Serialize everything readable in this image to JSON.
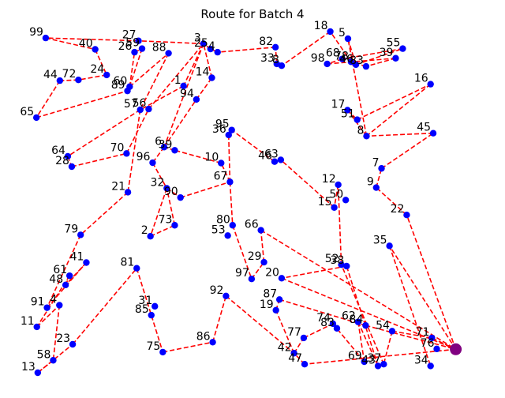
{
  "chart_data": {
    "type": "scatter",
    "title": "Route for Batch 4",
    "xlabel": "",
    "ylabel": "",
    "axes_visible": false,
    "grid": false,
    "colors": {
      "node": "#0000ff",
      "route": "#ff0000",
      "depot": "#800080"
    },
    "depot": {
      "label": "",
      "x": 96.0,
      "y": 6.6
    },
    "points": [
      {
        "label": "99",
        "x": 3.2,
        "y": 94.2
      },
      {
        "label": "40",
        "x": 14.4,
        "y": 91.0
      },
      {
        "label": "27",
        "x": 24.2,
        "y": 93.4
      },
      {
        "label": "59",
        "x": 25.0,
        "y": 91.2
      },
      {
        "label": "26",
        "x": 23.3,
        "y": 90.2
      },
      {
        "label": "88",
        "x": 31.0,
        "y": 89.9
      },
      {
        "label": "24",
        "x": 17.0,
        "y": 83.8
      },
      {
        "label": "44",
        "x": 6.4,
        "y": 82.2
      },
      {
        "label": "72",
        "x": 10.6,
        "y": 82.4
      },
      {
        "label": "60",
        "x": 22.2,
        "y": 80.5
      },
      {
        "label": "89",
        "x": 21.7,
        "y": 79.3
      },
      {
        "label": "65",
        "x": 1.1,
        "y": 71.8
      },
      {
        "label": "57",
        "x": 24.6,
        "y": 74.0
      },
      {
        "label": "56",
        "x": 26.5,
        "y": 74.2
      },
      {
        "label": "3",
        "x": 38.9,
        "y": 92.6
      },
      {
        "label": "25",
        "x": 40.5,
        "y": 91.1
      },
      {
        "label": "4",
        "x": 42.1,
        "y": 90.2
      },
      {
        "label": "1",
        "x": 34.4,
        "y": 80.7
      },
      {
        "label": "14",
        "x": 40.8,
        "y": 83.0
      },
      {
        "label": "94",
        "x": 37.3,
        "y": 76.9
      },
      {
        "label": "82",
        "x": 55.2,
        "y": 91.6
      },
      {
        "label": "33",
        "x": 55.5,
        "y": 86.9
      },
      {
        "label": "8",
        "x": 56.6,
        "y": 86.4
      },
      {
        "label": "18",
        "x": 67.6,
        "y": 96.0
      },
      {
        "label": "5",
        "x": 71.6,
        "y": 94.0
      },
      {
        "label": "98",
        "x": 66.9,
        "y": 86.9
      },
      {
        "label": "68",
        "x": 70.3,
        "y": 88.3
      },
      {
        "label": "78",
        "x": 72.3,
        "y": 87.5
      },
      {
        "label": "46",
        "x": 73.4,
        "y": 86.7
      },
      {
        "label": "83",
        "x": 75.7,
        "y": 86.2
      },
      {
        "label": "55",
        "x": 84.0,
        "y": 91.2
      },
      {
        "label": "39",
        "x": 82.4,
        "y": 88.5
      },
      {
        "label": "16",
        "x": 90.3,
        "y": 81.2
      },
      {
        "label": "17",
        "x": 71.5,
        "y": 73.9
      },
      {
        "label": "51",
        "x": 73.7,
        "y": 71.2
      },
      {
        "label": "8",
        "x": 75.8,
        "y": 66.6
      },
      {
        "label": "45",
        "x": 90.9,
        "y": 67.4
      },
      {
        "label": "95",
        "x": 45.3,
        "y": 68.3
      },
      {
        "label": "36",
        "x": 44.6,
        "y": 66.9
      },
      {
        "label": "6",
        "x": 30.0,
        "y": 63.5
      },
      {
        "label": "39",
        "x": 32.4,
        "y": 62.6
      },
      {
        "label": "10",
        "x": 42.9,
        "y": 59.0
      },
      {
        "label": "96",
        "x": 27.4,
        "y": 59.1
      },
      {
        "label": "70",
        "x": 21.5,
        "y": 61.7
      },
      {
        "label": "64",
        "x": 8.2,
        "y": 60.9
      },
      {
        "label": "28",
        "x": 9.1,
        "y": 58.0
      },
      {
        "label": "46",
        "x": 55.0,
        "y": 59.4
      },
      {
        "label": "63",
        "x": 56.4,
        "y": 59.9
      },
      {
        "label": "7",
        "x": 79.2,
        "y": 57.5
      },
      {
        "label": "12",
        "x": 69.4,
        "y": 52.9
      },
      {
        "label": "9",
        "x": 78.0,
        "y": 52.1
      },
      {
        "label": "67",
        "x": 44.9,
        "y": 53.7
      },
      {
        "label": "32",
        "x": 30.6,
        "y": 51.9
      },
      {
        "label": "90",
        "x": 33.7,
        "y": 49.3
      },
      {
        "label": "21",
        "x": 21.8,
        "y": 50.8
      },
      {
        "label": "50",
        "x": 71.1,
        "y": 48.6
      },
      {
        "label": "15",
        "x": 68.5,
        "y": 46.5
      },
      {
        "label": "22",
        "x": 84.9,
        "y": 44.4
      },
      {
        "label": "2",
        "x": 26.9,
        "y": 38.4
      },
      {
        "label": "73",
        "x": 32.4,
        "y": 41.5
      },
      {
        "label": "80",
        "x": 45.5,
        "y": 41.5
      },
      {
        "label": "53",
        "x": 44.4,
        "y": 38.6
      },
      {
        "label": "66",
        "x": 51.9,
        "y": 40.1
      },
      {
        "label": "79",
        "x": 11.1,
        "y": 38.8
      },
      {
        "label": "35",
        "x": 81.0,
        "y": 35.7
      },
      {
        "label": "41",
        "x": 12.4,
        "y": 31.0
      },
      {
        "label": "81",
        "x": 23.8,
        "y": 29.4
      },
      {
        "label": "29",
        "x": 52.6,
        "y": 31.1
      },
      {
        "label": "52",
        "x": 70.1,
        "y": 30.4
      },
      {
        "label": "38",
        "x": 71.3,
        "y": 30.0
      },
      {
        "label": "61",
        "x": 8.6,
        "y": 27.3
      },
      {
        "label": "97",
        "x": 49.8,
        "y": 26.4
      },
      {
        "label": "20",
        "x": 56.6,
        "y": 26.6
      },
      {
        "label": "48",
        "x": 7.7,
        "y": 24.7
      },
      {
        "label": "92",
        "x": 44.0,
        "y": 21.6
      },
      {
        "label": "87",
        "x": 56.1,
        "y": 20.6
      },
      {
        "label": "91",
        "x": 3.5,
        "y": 18.3
      },
      {
        "label": "4",
        "x": 6.3,
        "y": 19.0
      },
      {
        "label": "31",
        "x": 27.9,
        "y": 18.7
      },
      {
        "label": "19",
        "x": 55.3,
        "y": 17.6
      },
      {
        "label": "85",
        "x": 27.1,
        "y": 16.2
      },
      {
        "label": "11",
        "x": 1.2,
        "y": 12.9
      },
      {
        "label": "74",
        "x": 68.2,
        "y": 13.8
      },
      {
        "label": "83",
        "x": 69.1,
        "y": 12.5
      },
      {
        "label": "62",
        "x": 73.9,
        "y": 14.3
      },
      {
        "label": "84",
        "x": 75.6,
        "y": 13.3
      },
      {
        "label": "54",
        "x": 81.6,
        "y": 11.7
      },
      {
        "label": "71",
        "x": 90.6,
        "y": 9.8
      },
      {
        "label": "76",
        "x": 91.7,
        "y": 6.7
      },
      {
        "label": "77",
        "x": 61.6,
        "y": 9.8
      },
      {
        "label": "23",
        "x": 9.3,
        "y": 8.0
      },
      {
        "label": "86",
        "x": 41.0,
        "y": 8.6
      },
      {
        "label": "75",
        "x": 29.7,
        "y": 5.8
      },
      {
        "label": "42",
        "x": 59.4,
        "y": 5.5
      },
      {
        "label": "47",
        "x": 61.8,
        "y": 2.4
      },
      {
        "label": "69",
        "x": 75.3,
        "y": 3.1
      },
      {
        "label": "43",
        "x": 78.4,
        "y": 1.9
      },
      {
        "label": "37",
        "x": 79.7,
        "y": 2.4
      },
      {
        "label": "34",
        "x": 90.3,
        "y": 1.9
      },
      {
        "label": "58",
        "x": 4.9,
        "y": 3.5
      },
      {
        "label": "13",
        "x": 1.4,
        "y": 0.0
      }
    ],
    "route": [
      [
        96.0,
        6.6
      ],
      [
        90.6,
        9.8
      ],
      [
        81.6,
        11.7
      ],
      [
        79.7,
        2.4
      ],
      [
        70.1,
        30.4
      ],
      [
        69.4,
        52.9
      ],
      [
        68.5,
        46.5
      ],
      [
        56.4,
        59.9
      ],
      [
        55.0,
        59.4
      ],
      [
        45.3,
        68.3
      ],
      [
        44.6,
        66.9
      ],
      [
        44.9,
        53.7
      ],
      [
        45.5,
        41.5
      ],
      [
        49.8,
        26.4
      ],
      [
        52.6,
        31.1
      ],
      [
        51.9,
        40.1
      ],
      [
        96.0,
        6.6
      ],
      [
        84.9,
        44.4
      ],
      [
        78.0,
        52.1
      ],
      [
        79.2,
        57.5
      ],
      [
        90.9,
        67.4
      ],
      [
        75.8,
        66.6
      ],
      [
        71.5,
        73.9
      ],
      [
        73.7,
        71.2
      ],
      [
        90.3,
        81.2
      ],
      [
        75.8,
        66.6
      ],
      [
        71.6,
        94.0
      ],
      [
        73.4,
        86.7
      ],
      [
        84.0,
        91.2
      ],
      [
        70.3,
        88.3
      ],
      [
        66.9,
        86.9
      ],
      [
        82.4,
        88.5
      ],
      [
        75.7,
        86.2
      ],
      [
        72.3,
        87.5
      ],
      [
        67.6,
        96.0
      ],
      [
        56.6,
        86.4
      ],
      [
        55.5,
        86.9
      ],
      [
        55.2,
        91.6
      ],
      [
        42.1,
        90.2
      ],
      [
        40.5,
        91.1
      ],
      [
        38.9,
        92.6
      ],
      [
        24.2,
        93.4
      ],
      [
        3.2,
        94.2
      ],
      [
        14.4,
        91.0
      ],
      [
        17.0,
        83.8
      ],
      [
        10.6,
        82.4
      ],
      [
        6.4,
        82.2
      ],
      [
        1.1,
        71.8
      ],
      [
        21.7,
        79.3
      ],
      [
        22.2,
        80.5
      ],
      [
        23.3,
        90.2
      ],
      [
        25.0,
        91.2
      ],
      [
        22.2,
        80.5
      ],
      [
        31.0,
        89.9
      ],
      [
        24.6,
        74.0
      ],
      [
        8.2,
        60.9
      ],
      [
        9.1,
        58.0
      ],
      [
        21.5,
        61.7
      ],
      [
        26.5,
        74.2
      ],
      [
        38.9,
        92.6
      ],
      [
        30.0,
        63.5
      ],
      [
        27.4,
        59.1
      ],
      [
        30.6,
        51.9
      ],
      [
        26.9,
        38.4
      ],
      [
        32.4,
        41.5
      ],
      [
        30.6,
        51.9
      ],
      [
        33.7,
        49.3
      ],
      [
        44.9,
        53.7
      ],
      [
        42.9,
        59.0
      ],
      [
        32.4,
        62.6
      ],
      [
        30.0,
        63.5
      ],
      [
        37.3,
        76.9
      ],
      [
        40.8,
        83.0
      ],
      [
        38.9,
        92.6
      ],
      [
        34.4,
        80.7
      ],
      [
        24.6,
        74.0
      ],
      [
        21.8,
        50.8
      ],
      [
        11.1,
        38.8
      ],
      [
        3.5,
        18.3
      ],
      [
        12.4,
        31.0
      ],
      [
        7.7,
        24.7
      ],
      [
        8.6,
        27.3
      ],
      [
        1.2,
        12.9
      ],
      [
        6.3,
        19.0
      ],
      [
        4.9,
        3.5
      ],
      [
        1.4,
        0.0
      ],
      [
        9.3,
        8.0
      ],
      [
        23.8,
        29.4
      ],
      [
        29.7,
        5.8
      ],
      [
        41.0,
        8.6
      ],
      [
        44.0,
        21.6
      ],
      [
        59.4,
        5.5
      ],
      [
        61.6,
        9.8
      ],
      [
        68.2,
        13.8
      ],
      [
        75.3,
        3.1
      ],
      [
        73.9,
        14.3
      ],
      [
        78.4,
        1.9
      ],
      [
        71.3,
        30.0
      ],
      [
        56.6,
        26.6
      ],
      [
        96.0,
        6.6
      ],
      [
        61.8,
        2.4
      ],
      [
        59.4,
        5.5
      ],
      [
        55.3,
        17.6
      ],
      [
        56.1,
        20.6
      ],
      [
        75.6,
        13.3
      ],
      [
        96.0,
        6.6
      ],
      [
        81.0,
        35.7
      ],
      [
        90.3,
        1.9
      ]
    ]
  }
}
